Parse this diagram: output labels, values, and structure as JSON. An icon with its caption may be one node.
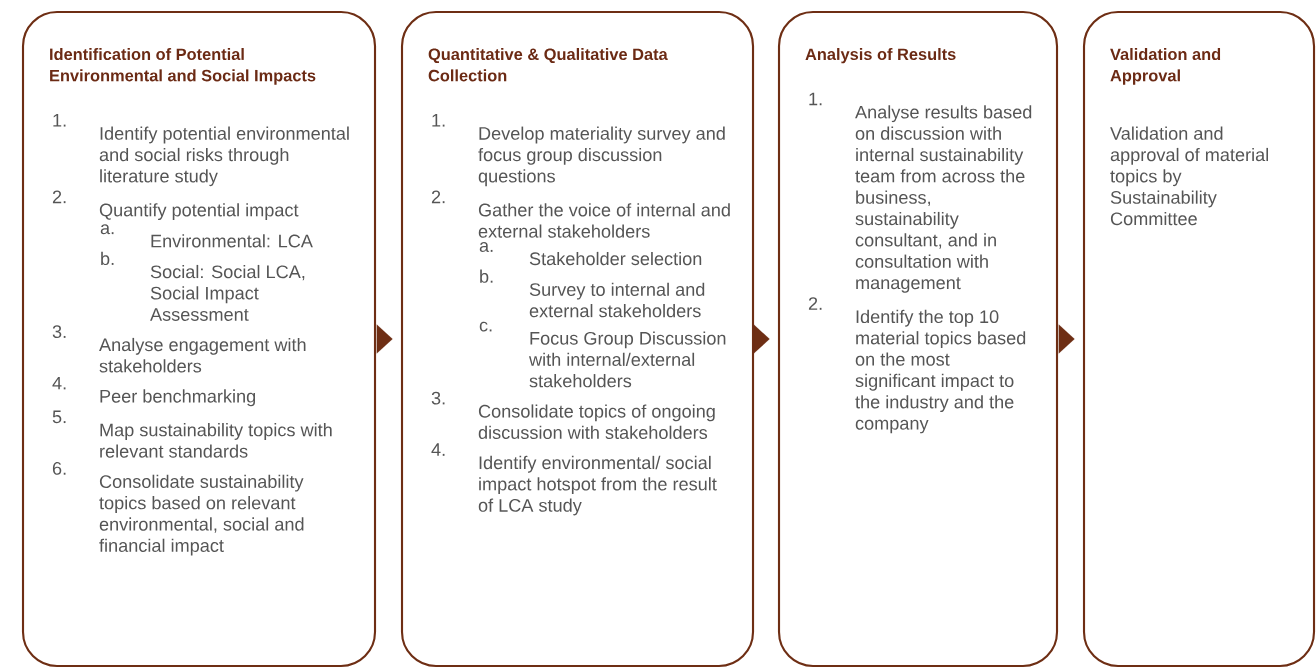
{
  "diagram": {
    "nodes": [
      {
        "text": [
          "Identification of Potential Environmental and Social Impacts",
          "1.",
          "Identify potential environmental and social risks through literature study",
          "2.",
          "Quantify potential impact",
          "a.",
          "Environmental: LCA",
          "b.",
          "Social: Social LCA, Social Impact Assessment",
          "3.",
          "Analyse engagement with stakeholders",
          "4.",
          "Peer benchmarking",
          "5.",
          "Map sustainability topics with relevant standards",
          "6.",
          "Consolidate sustainability topics based on relevant environmental, social and financial impact"
        ]
      },
      {
        "text": [
          "Quantitative & Qualitative Data Collection",
          "1.",
          "Develop materiality survey and focus group discussion questions",
          "2.",
          "Gather the voice of internal and external stakeholders",
          "a.",
          "Stakeholder selection",
          "b.",
          "Survey to internal and external stakeholders",
          "c.",
          "Focus Group Discussion with internal/external stakeholders",
          "3.",
          "Consolidate topics of ongoing discussion with stakeholders",
          "4.",
          "Identify environmental/ social impact hotspot from the result of LCA study"
        ]
      },
      {
        "text": [
          "Analysis of Results",
          "1.",
          "Analyse results based on discussion with internal sustainability team from across the business, sustainability consultant, and in consultation with management",
          "2.",
          "Identify the top 10 material topics based on the most significant impact to the industry and the company"
        ]
      },
      {
        "text": [
          "Validation and Approval",
          "Validation and approval of material topics by Sustainability Committee"
        ]
      }
    ],
    "edges": [
      {
        "from": 0,
        "to": 1,
        "arrow": "to"
      },
      {
        "from": 1,
        "to": 2,
        "arrow": "to"
      },
      {
        "from": 2,
        "to": 3,
        "arrow": "to"
      }
    ]
  }
}
